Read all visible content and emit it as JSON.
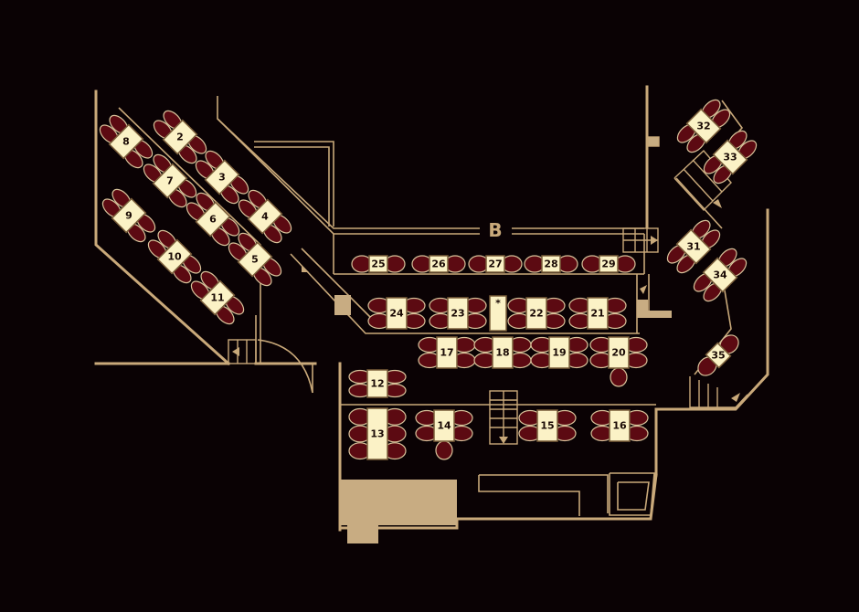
{
  "bar": {
    "label": "B"
  },
  "colors": {
    "background": "#0a0204",
    "wall": "#c9a97a",
    "seat": "#5c0a12",
    "table": "#fbf2c6"
  },
  "tables": [
    {
      "id": "1",
      "label": "2"
    },
    {
      "id": "2",
      "label": "3"
    },
    {
      "id": "3",
      "label": "4"
    },
    {
      "id": "4",
      "label": "5"
    },
    {
      "id": "5",
      "label": "6"
    },
    {
      "id": "6",
      "label": "7"
    },
    {
      "id": "7",
      "label": "8"
    },
    {
      "id": "8",
      "label": "9"
    },
    {
      "id": "9",
      "label": "10"
    },
    {
      "id": "10",
      "label": "11"
    },
    {
      "id": "11",
      "label": "12"
    },
    {
      "id": "12",
      "label": "13"
    },
    {
      "id": "13",
      "label": "14"
    },
    {
      "id": "14",
      "label": "15"
    },
    {
      "id": "15",
      "label": "16"
    },
    {
      "id": "16",
      "label": "17"
    },
    {
      "id": "17",
      "label": "18"
    },
    {
      "id": "18",
      "label": "19"
    },
    {
      "id": "19",
      "label": "20"
    },
    {
      "id": "20",
      "label": "21"
    },
    {
      "id": "21",
      "label": "22"
    },
    {
      "id": "22",
      "label": "*"
    },
    {
      "id": "23",
      "label": "23"
    },
    {
      "id": "24",
      "label": "24"
    },
    {
      "id": "25",
      "label": "25"
    },
    {
      "id": "26",
      "label": "26"
    },
    {
      "id": "27",
      "label": "27"
    },
    {
      "id": "28",
      "label": "28"
    },
    {
      "id": "29",
      "label": "29"
    },
    {
      "id": "30",
      "label": "31"
    },
    {
      "id": "31",
      "label": "32"
    },
    {
      "id": "32",
      "label": "33"
    },
    {
      "id": "33",
      "label": "34"
    },
    {
      "id": "34",
      "label": "35"
    }
  ]
}
